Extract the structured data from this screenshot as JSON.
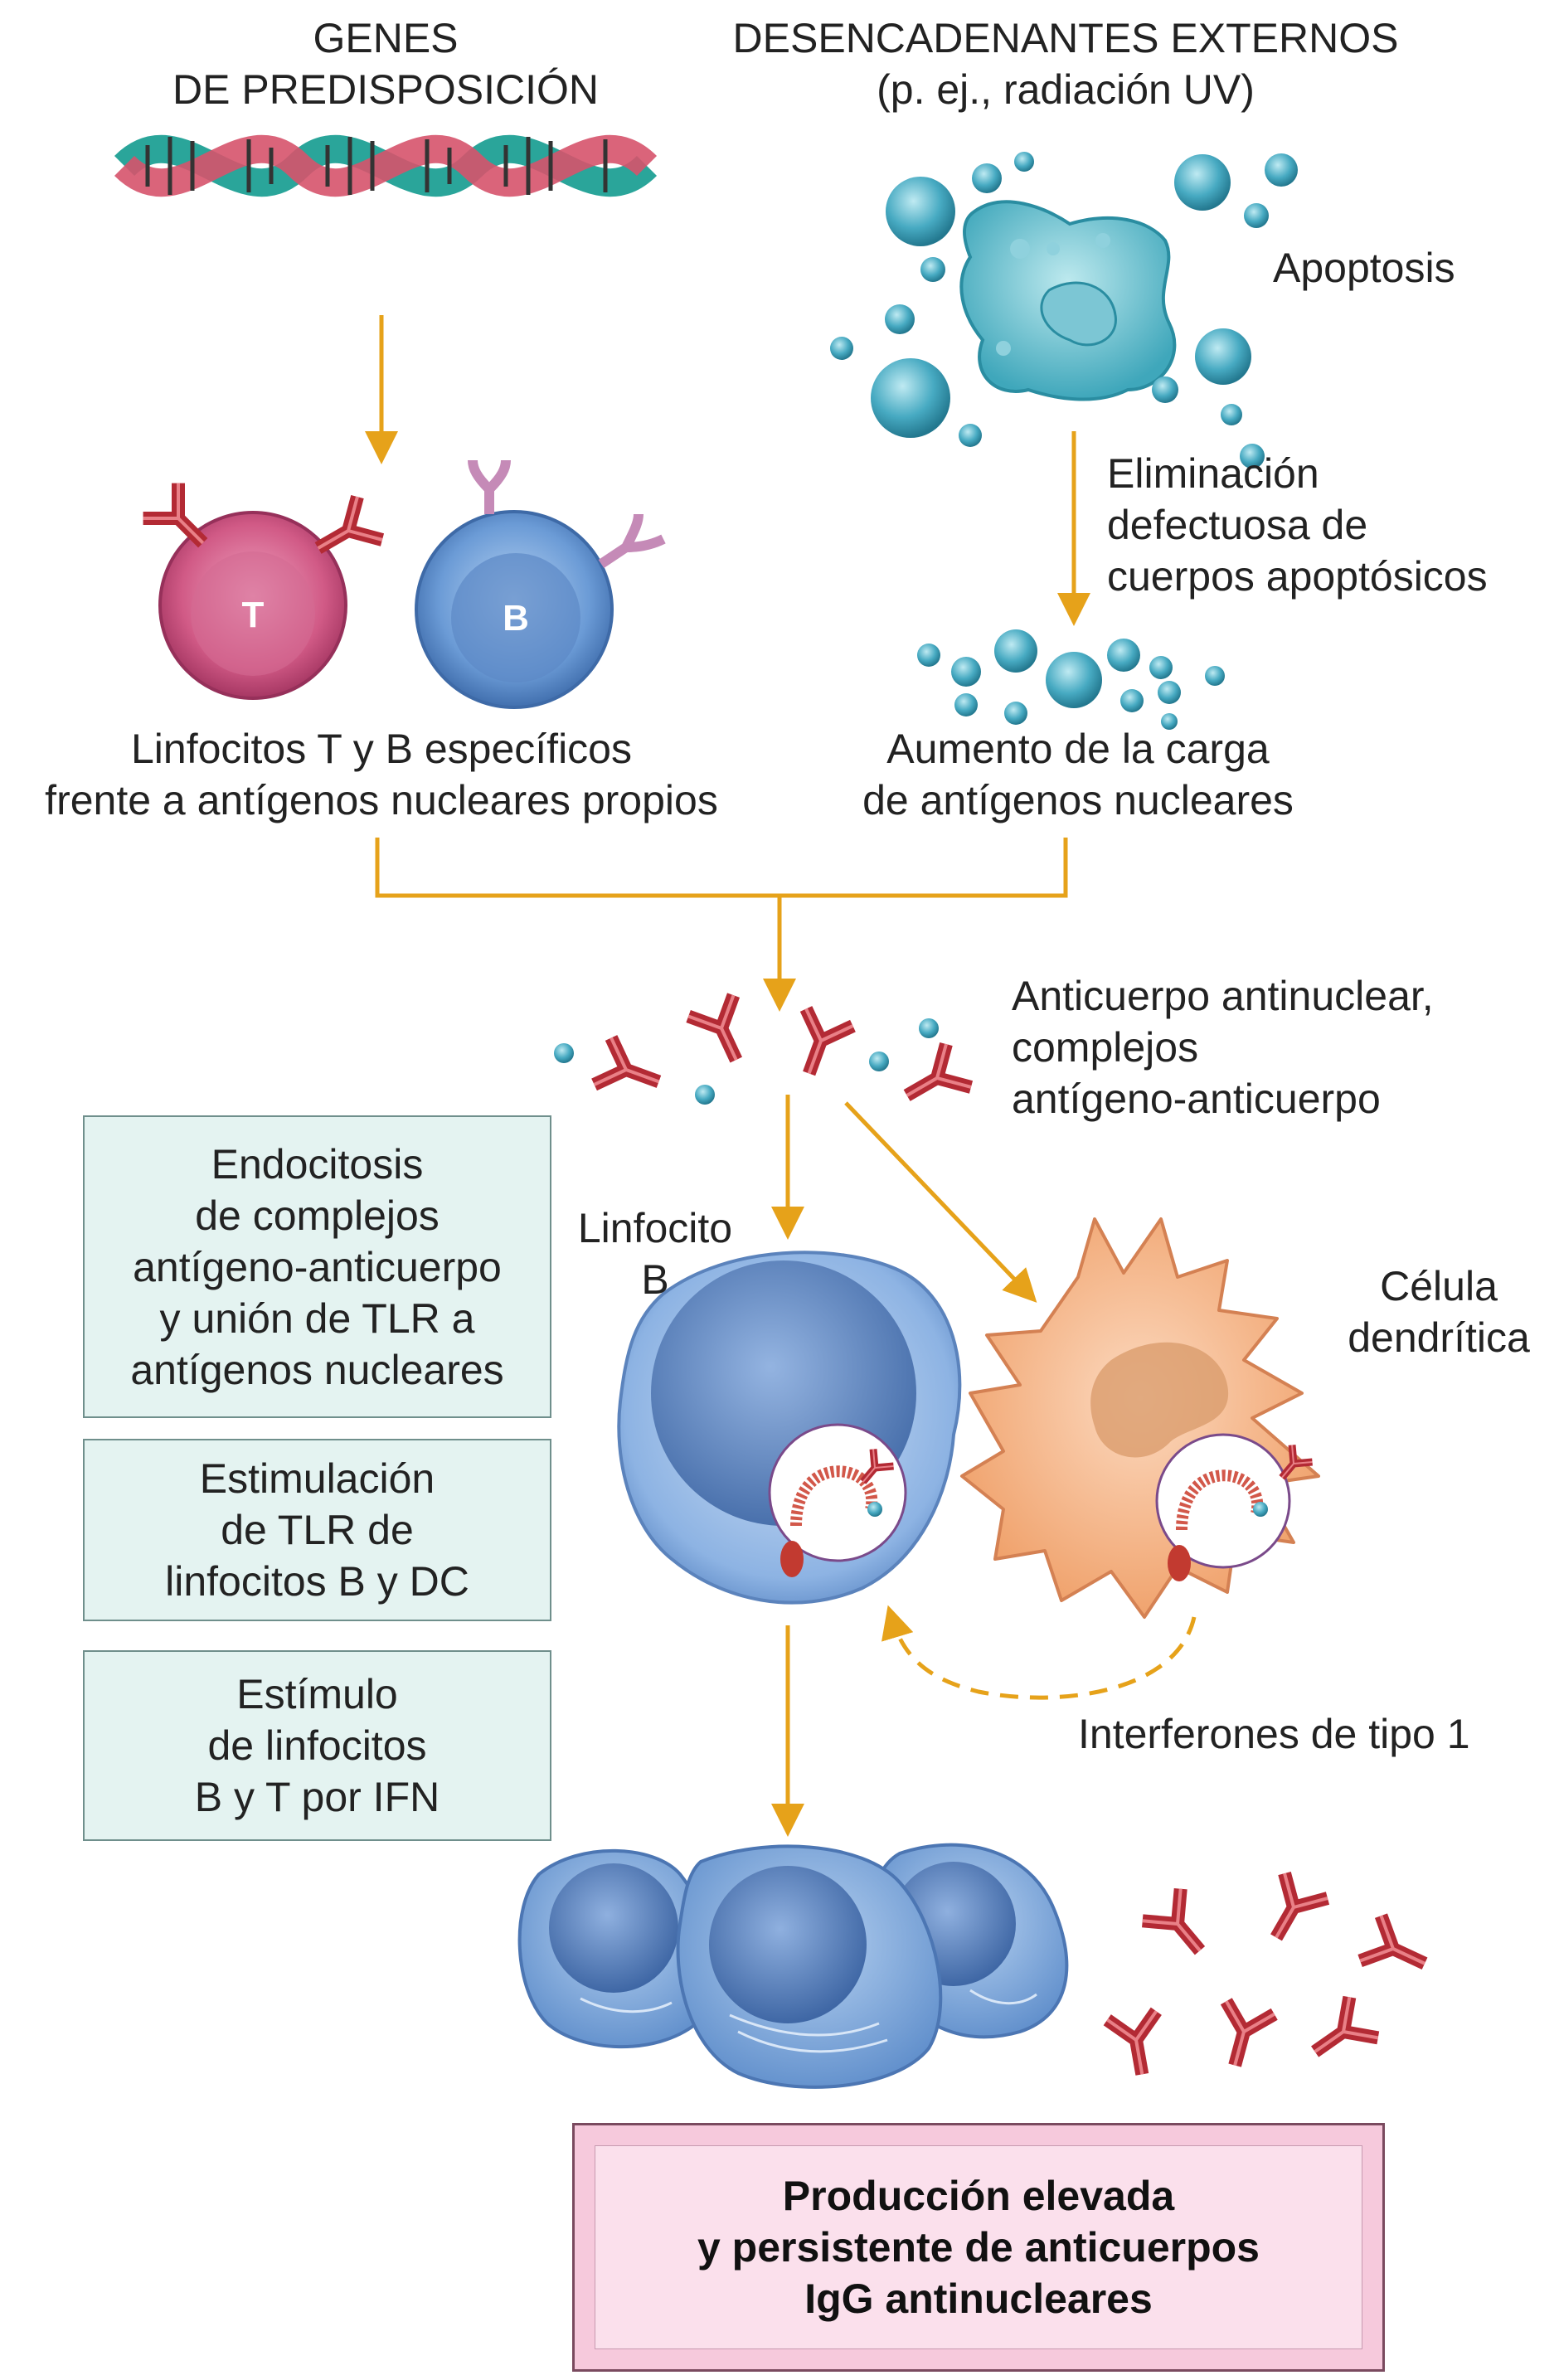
{
  "labels": {
    "genes": [
      "GENES",
      "DE PREDISPOSICIÓN"
    ],
    "triggers": [
      "DESENCADENANTES EXTERNOS",
      "(p. ej., radiación UV)"
    ],
    "apoptosis": "Apoptosis",
    "clearance": [
      "Eliminación",
      "defectuosa de",
      "cuerpos apoptósicos"
    ],
    "lymphocytes": [
      "Linfocitos T y B específicos",
      "frente a antígenos nucleares propios"
    ],
    "antigen_load": [
      "Aumento de la carga",
      "de antígenos nucleares"
    ],
    "antibodies": [
      "Anticuerpo antinuclear,",
      "complejos",
      "antígeno-anticuerpo"
    ],
    "b_cell": [
      "Linfocito",
      "B"
    ],
    "dendritic": [
      "Célula",
      "dendrítica"
    ],
    "interferons": "Interferones de tipo 1",
    "t_letter": "T",
    "b_letter": "B"
  },
  "steps": [
    {
      "lines": [
        "Endocitosis",
        "de complejos",
        "antígeno-anticuerpo",
        "y unión de TLR a",
        "antígenos nucleares"
      ]
    },
    {
      "lines": [
        "Estimulación",
        "de TLR de",
        "linfocitos B y DC"
      ]
    },
    {
      "lines": [
        "Estímulo",
        "de linfocitos",
        "B y T por IFN"
      ]
    }
  ],
  "result": [
    "Producción elevada",
    "y persistente de anticuerpos",
    "IgG antinucleares"
  ],
  "colors": {
    "arrow": "#e6a21a",
    "antibody": "#c8343d",
    "apoptotic": "#4fb3c7",
    "t_cell": "#d65a86",
    "b_cell": "#6f9fd6",
    "dendritic": "#f3a874",
    "step_box": "#e4f3f1",
    "result_box": "#f6c9dc"
  }
}
